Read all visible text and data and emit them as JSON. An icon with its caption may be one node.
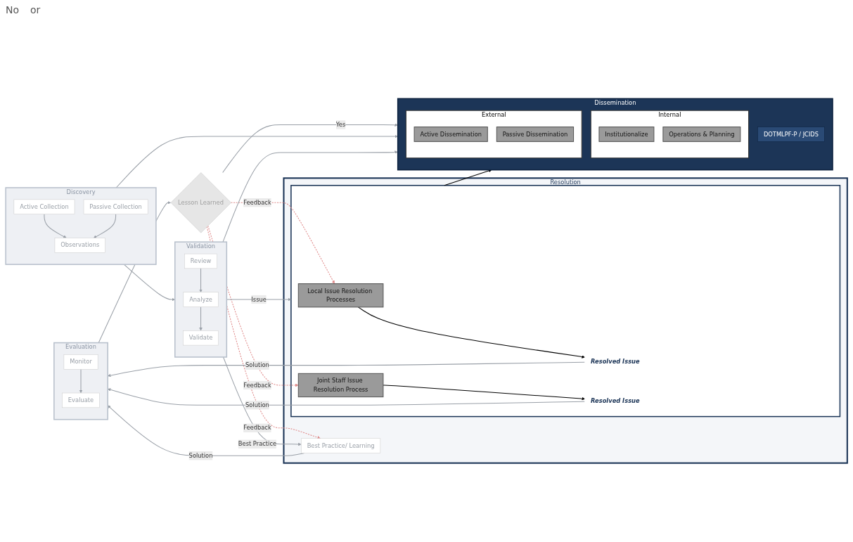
{
  "diagram": {
    "nodes": [
      {
        "text": [
          "Discovery"
        ]
      },
      {
        "text": [
          "Active Collection"
        ],
        "in": 0
      },
      {
        "text": [
          "Observations"
        ],
        "in": 0
      },
      {
        "text": [
          "Passive Collection"
        ],
        "in": 0
      },
      {
        "text": [
          "Validation"
        ]
      },
      {
        "text": [
          "Review"
        ],
        "in": 4
      },
      {
        "text": [
          "Analyze"
        ],
        "in": 4
      },
      {
        "text": [
          "Validate"
        ],
        "in": 4
      },
      {
        "text": [
          "Resolution"
        ]
      },
      {
        "text": [
          "Best Practice/ Learning"
        ],
        "in": 8
      },
      {
        "text": [],
        "shape": "box",
        "in": 8
      },
      {
        "text": [
          "Local Issue Resolution Processes"
        ],
        "in": 10
      },
      {
        "text": [
          "Resolved Issue"
        ],
        "in": 10
      },
      {
        "text": [
          "Joint Staff Issue Resolution Process"
        ],
        "in": 10
      },
      {
        "text": [
          "Resolved Issue"
        ],
        "in": 10
      },
      {
        "text": [
          "Evaluation"
        ]
      },
      {
        "text": [
          "Monitor"
        ],
        "in": 15
      },
      {
        "text": [
          "Evaluate"
        ],
        "in": 15
      },
      {
        "text": [
          "Lesson Learned"
        ]
      },
      {
        "text": [
          "Dissemination"
        ]
      },
      {
        "text": [
          "Internal"
        ],
        "in": 19
      },
      {
        "text": [
          "Institutionalize"
        ],
        "in": 20
      },
      {
        "text": [
          "Operations & Planning"
        ],
        "in": 20
      },
      {
        "text": [
          "External"
        ],
        "in": 19
      },
      {
        "text": [
          "Active Dissemination"
        ],
        "in": 23
      },
      {
        "text": [
          "Passive Dissemination"
        ],
        "in": 23
      },
      {
        "text": [
          "DOTMLPF-P / JCIDS"
        ],
        "in": 19
      }
    ],
    "edges": [
      {
        "from": 1,
        "to": 2,
        "arrow": "to"
      },
      {
        "from": 3,
        "to": 2,
        "arrow": "to"
      },
      {
        "from": 0,
        "to": 4,
        "arrow": "to"
      },
      {
        "from": 5,
        "to": 6,
        "arrow": "to"
      },
      {
        "from": 6,
        "to": 7,
        "arrow": "to"
      },
      {
        "from": 4,
        "to": 9,
        "label": "Best Practice",
        "arrow": "to"
      },
      {
        "from": 4,
        "to": 10,
        "label": "Issue",
        "arrow": "to"
      },
      {
        "from": 11,
        "to": 12,
        "arrow": "to",
        "color": "#000000"
      },
      {
        "from": 13,
        "to": 14,
        "arrow": "to",
        "color": "#000000"
      },
      {
        "from": 9,
        "to": 15,
        "label": "Solution",
        "arrow": "to"
      },
      {
        "from": 12,
        "to": 15,
        "label": "Solution",
        "arrow": "to"
      },
      {
        "from": 14,
        "to": 15,
        "label": "Solution",
        "arrow": "to"
      },
      {
        "from": 16,
        "to": 17,
        "arrow": "to"
      },
      {
        "from": 15,
        "to": 18,
        "arrow": "to"
      },
      {
        "from": 18,
        "to": 9,
        "label": "Feedback",
        "arrow": "to",
        "style": "dashed",
        "color": "#e08a8a"
      },
      {
        "from": 18,
        "to": 11,
        "label": "Feedback",
        "arrow": "to",
        "style": "dashed",
        "color": "#e08a8a"
      },
      {
        "from": 18,
        "to": 13,
        "label": "Feedback",
        "arrow": "to",
        "style": "dashed",
        "color": "#e08a8a"
      },
      {
        "from": 18,
        "to": 19,
        "label": "Yes",
        "arrow": "to"
      },
      {
        "from": 0,
        "to": 19,
        "arrow": "to"
      },
      {
        "from": 4,
        "to": 19,
        "arrow": "to"
      },
      {
        "from": 10,
        "to": 19,
        "arrow": "to",
        "color": "#000000"
      }
    ],
    "labels": [
      "No",
      "or"
    ]
  }
}
